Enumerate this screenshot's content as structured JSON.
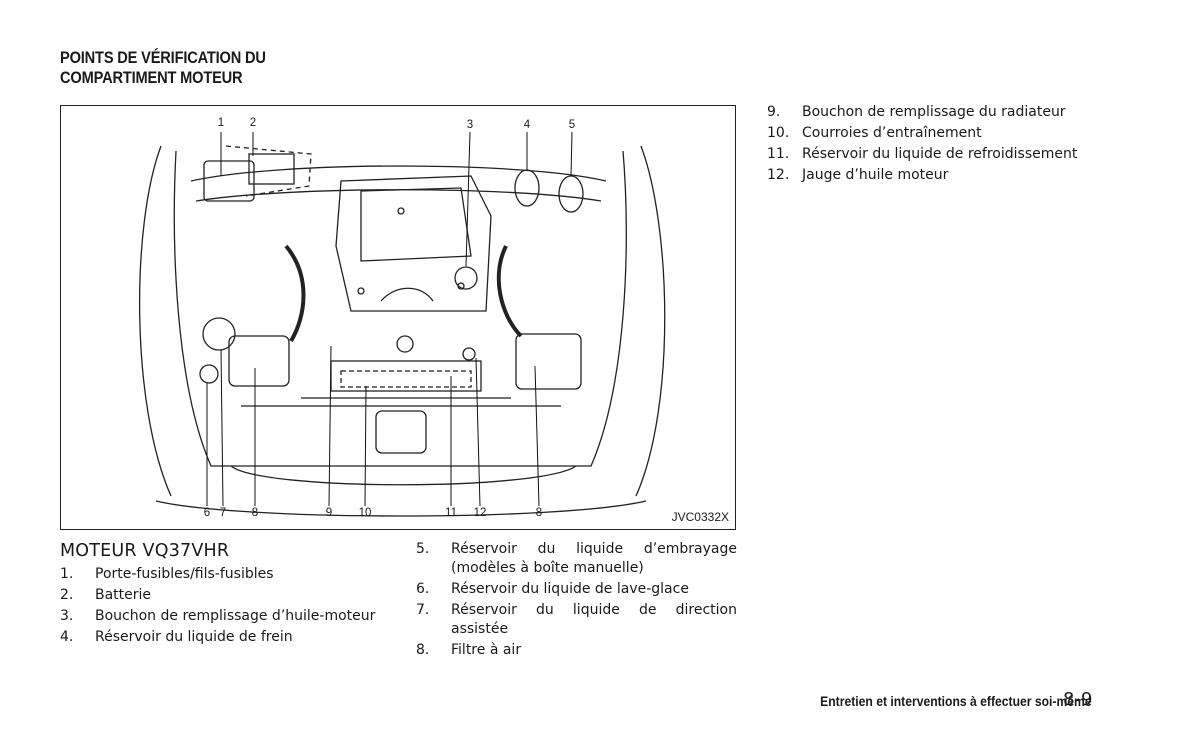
{
  "header": {
    "title_line1": "POINTS DE VÉRIFICATION DU",
    "title_line2": "COMPARTIMENT MOTEUR"
  },
  "figure": {
    "code": "JVC0332X",
    "top_callouts": [
      "1",
      "2",
      "3",
      "4",
      "5"
    ],
    "bottom_callouts": [
      "6",
      "7",
      "8",
      "9",
      "10",
      "11",
      "12",
      "8"
    ]
  },
  "section": {
    "title": "MOTEUR VQ37VHR"
  },
  "items": [
    {
      "num": "1.",
      "text": "Porte-fusibles/fils-fusibles"
    },
    {
      "num": "2.",
      "text": "Batterie"
    },
    {
      "num": "3.",
      "text": "Bouchon de remplissage d’huile-moteur"
    },
    {
      "num": "4.",
      "text": "Réservoir du liquide de frein"
    },
    {
      "num": "5.",
      "text": "Réservoir du liquide d’embrayage (modèles à boîte manuelle)"
    },
    {
      "num": "6.",
      "text": "Réservoir du liquide de lave-glace"
    },
    {
      "num": "7.",
      "text": "Réservoir du liquide de direction assistée"
    },
    {
      "num": "8.",
      "text": "Filtre à air"
    },
    {
      "num": "9.",
      "text": "Bouchon de remplissage du radiateur"
    },
    {
      "num": "10.",
      "text": "Courroies d’entraînement"
    },
    {
      "num": "11.",
      "text": "Réservoir du liquide de refroidissement"
    },
    {
      "num": "12.",
      "text": "Jauge d’huile moteur"
    }
  ],
  "footer": {
    "chapter": "Entretien et interventions à effectuer soi-même",
    "page": "8-9"
  }
}
